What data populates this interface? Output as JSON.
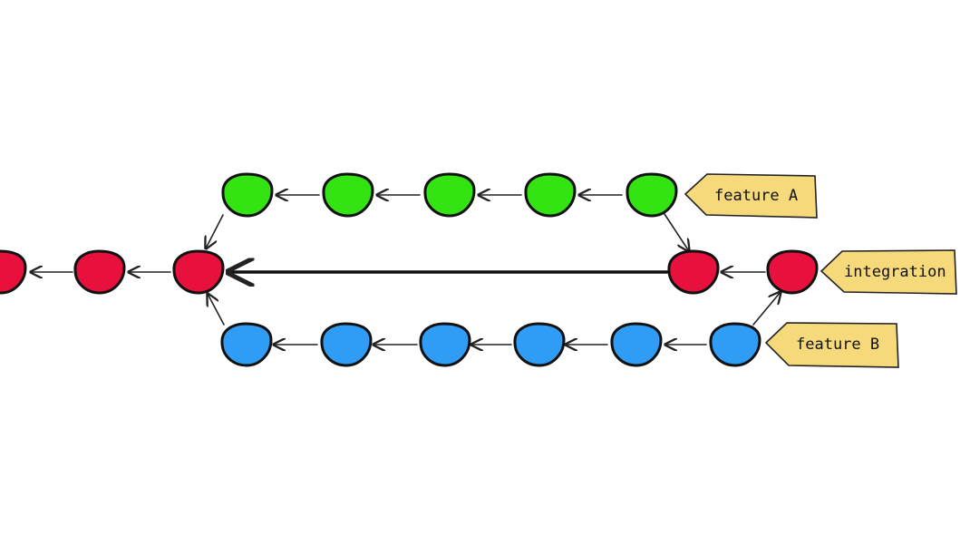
{
  "colors": {
    "main": "#e8103c",
    "feature_a": "#33e312",
    "feature_b": "#2f9cf5",
    "tag_fill": "#f5d97a",
    "stroke": "#111111"
  },
  "branches": {
    "feature_a": {
      "label": "feature A",
      "commit_count": 5
    },
    "feature_b": {
      "label": "feature B",
      "commit_count": 6
    },
    "integration": {
      "label": "integration"
    }
  },
  "main_history": {
    "commit_count": 3
  },
  "integration_branch": {
    "commit_count": 2
  }
}
